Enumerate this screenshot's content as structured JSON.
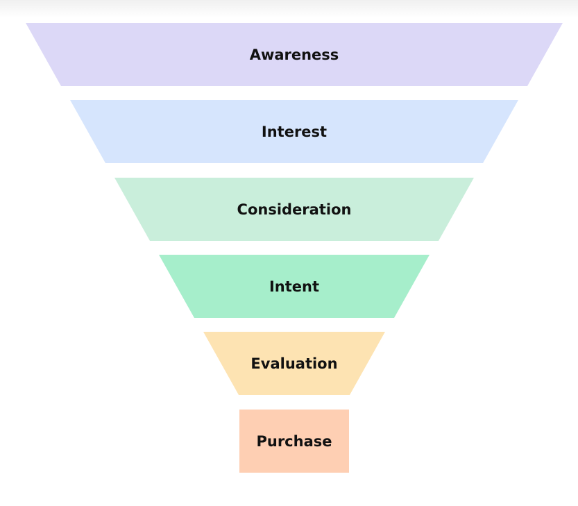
{
  "funnel": {
    "stages": [
      {
        "label": "Awareness",
        "color": "#dcd8f7"
      },
      {
        "label": "Interest",
        "color": "#d6e5fd"
      },
      {
        "label": "Consideration",
        "color": "#c9eedb"
      },
      {
        "label": "Intent",
        "color": "#a6eecb"
      },
      {
        "label": "Evaluation",
        "color": "#fde3b2"
      },
      {
        "label": "Purchase",
        "color": "#fecfb3"
      }
    ]
  }
}
